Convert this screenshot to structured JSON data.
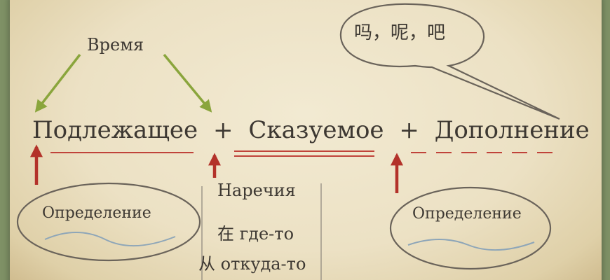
{
  "labels": {
    "time": "Время",
    "subject": "Подлежащее",
    "plus_1": "+",
    "predicate": "Сказуемое",
    "plus_2": "+",
    "object": "Дополнение",
    "adverbs_title": "Наречия",
    "adverb_zai": "在 где-то",
    "adverb_cong": "从 откуда-то",
    "attribute_left": "Определение",
    "attribute_right": "Определение",
    "particles": "吗，呢，吧"
  },
  "colors": {
    "arrow_green": "#8aa53c",
    "arrow_red": "#b3322a",
    "underline_red": "#c0433a",
    "ellipse_stroke": "#6a635a",
    "wave_blue": "#8ea6b8",
    "text": "#3d3832"
  }
}
